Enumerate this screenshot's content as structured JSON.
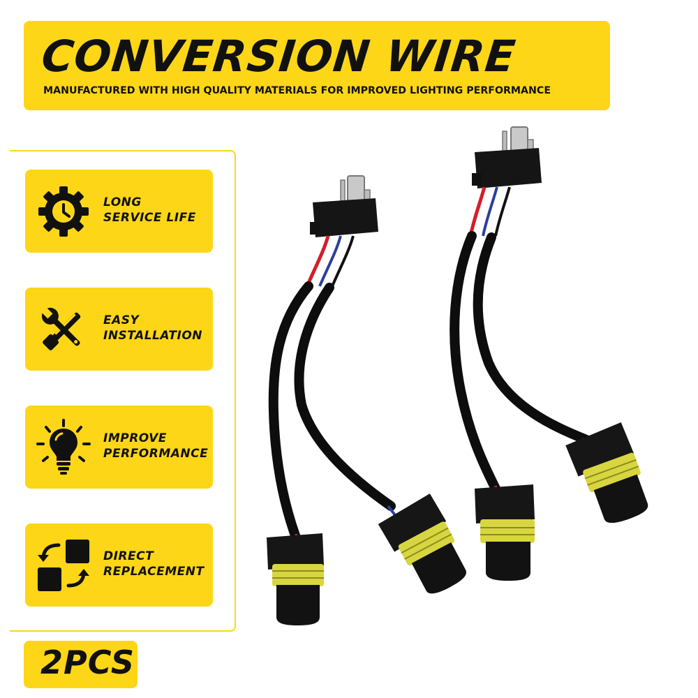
{
  "banner": {
    "title": "CONVERSION WIRE",
    "subtitle": "MANUFACTURED WITH HIGH QUALITY MATERIALS FOR IMPROVED LIGHTING PERFORMANCE"
  },
  "features": [
    {
      "icon": "gear-clock-icon",
      "line1": "LONG",
      "line2": "SERVICE LIFE"
    },
    {
      "icon": "tools-icon",
      "line1": "EASY",
      "line2": "INSTALLATION"
    },
    {
      "icon": "light-bulb-icon",
      "line1": "IMPROVE",
      "line2": "PERFORMANCE"
    },
    {
      "icon": "swap-squares-icon",
      "line1": "DIRECT",
      "line2": "REPLACEMENT"
    }
  ],
  "quantity_badge": "2PCS",
  "colors": {
    "accent": "#fdd617",
    "text": "#111111",
    "cable": "#0d0d0d",
    "wire_red": "#d21f2b",
    "wire_blue": "#2b3f9e",
    "seal_yellow": "#d8d640"
  }
}
